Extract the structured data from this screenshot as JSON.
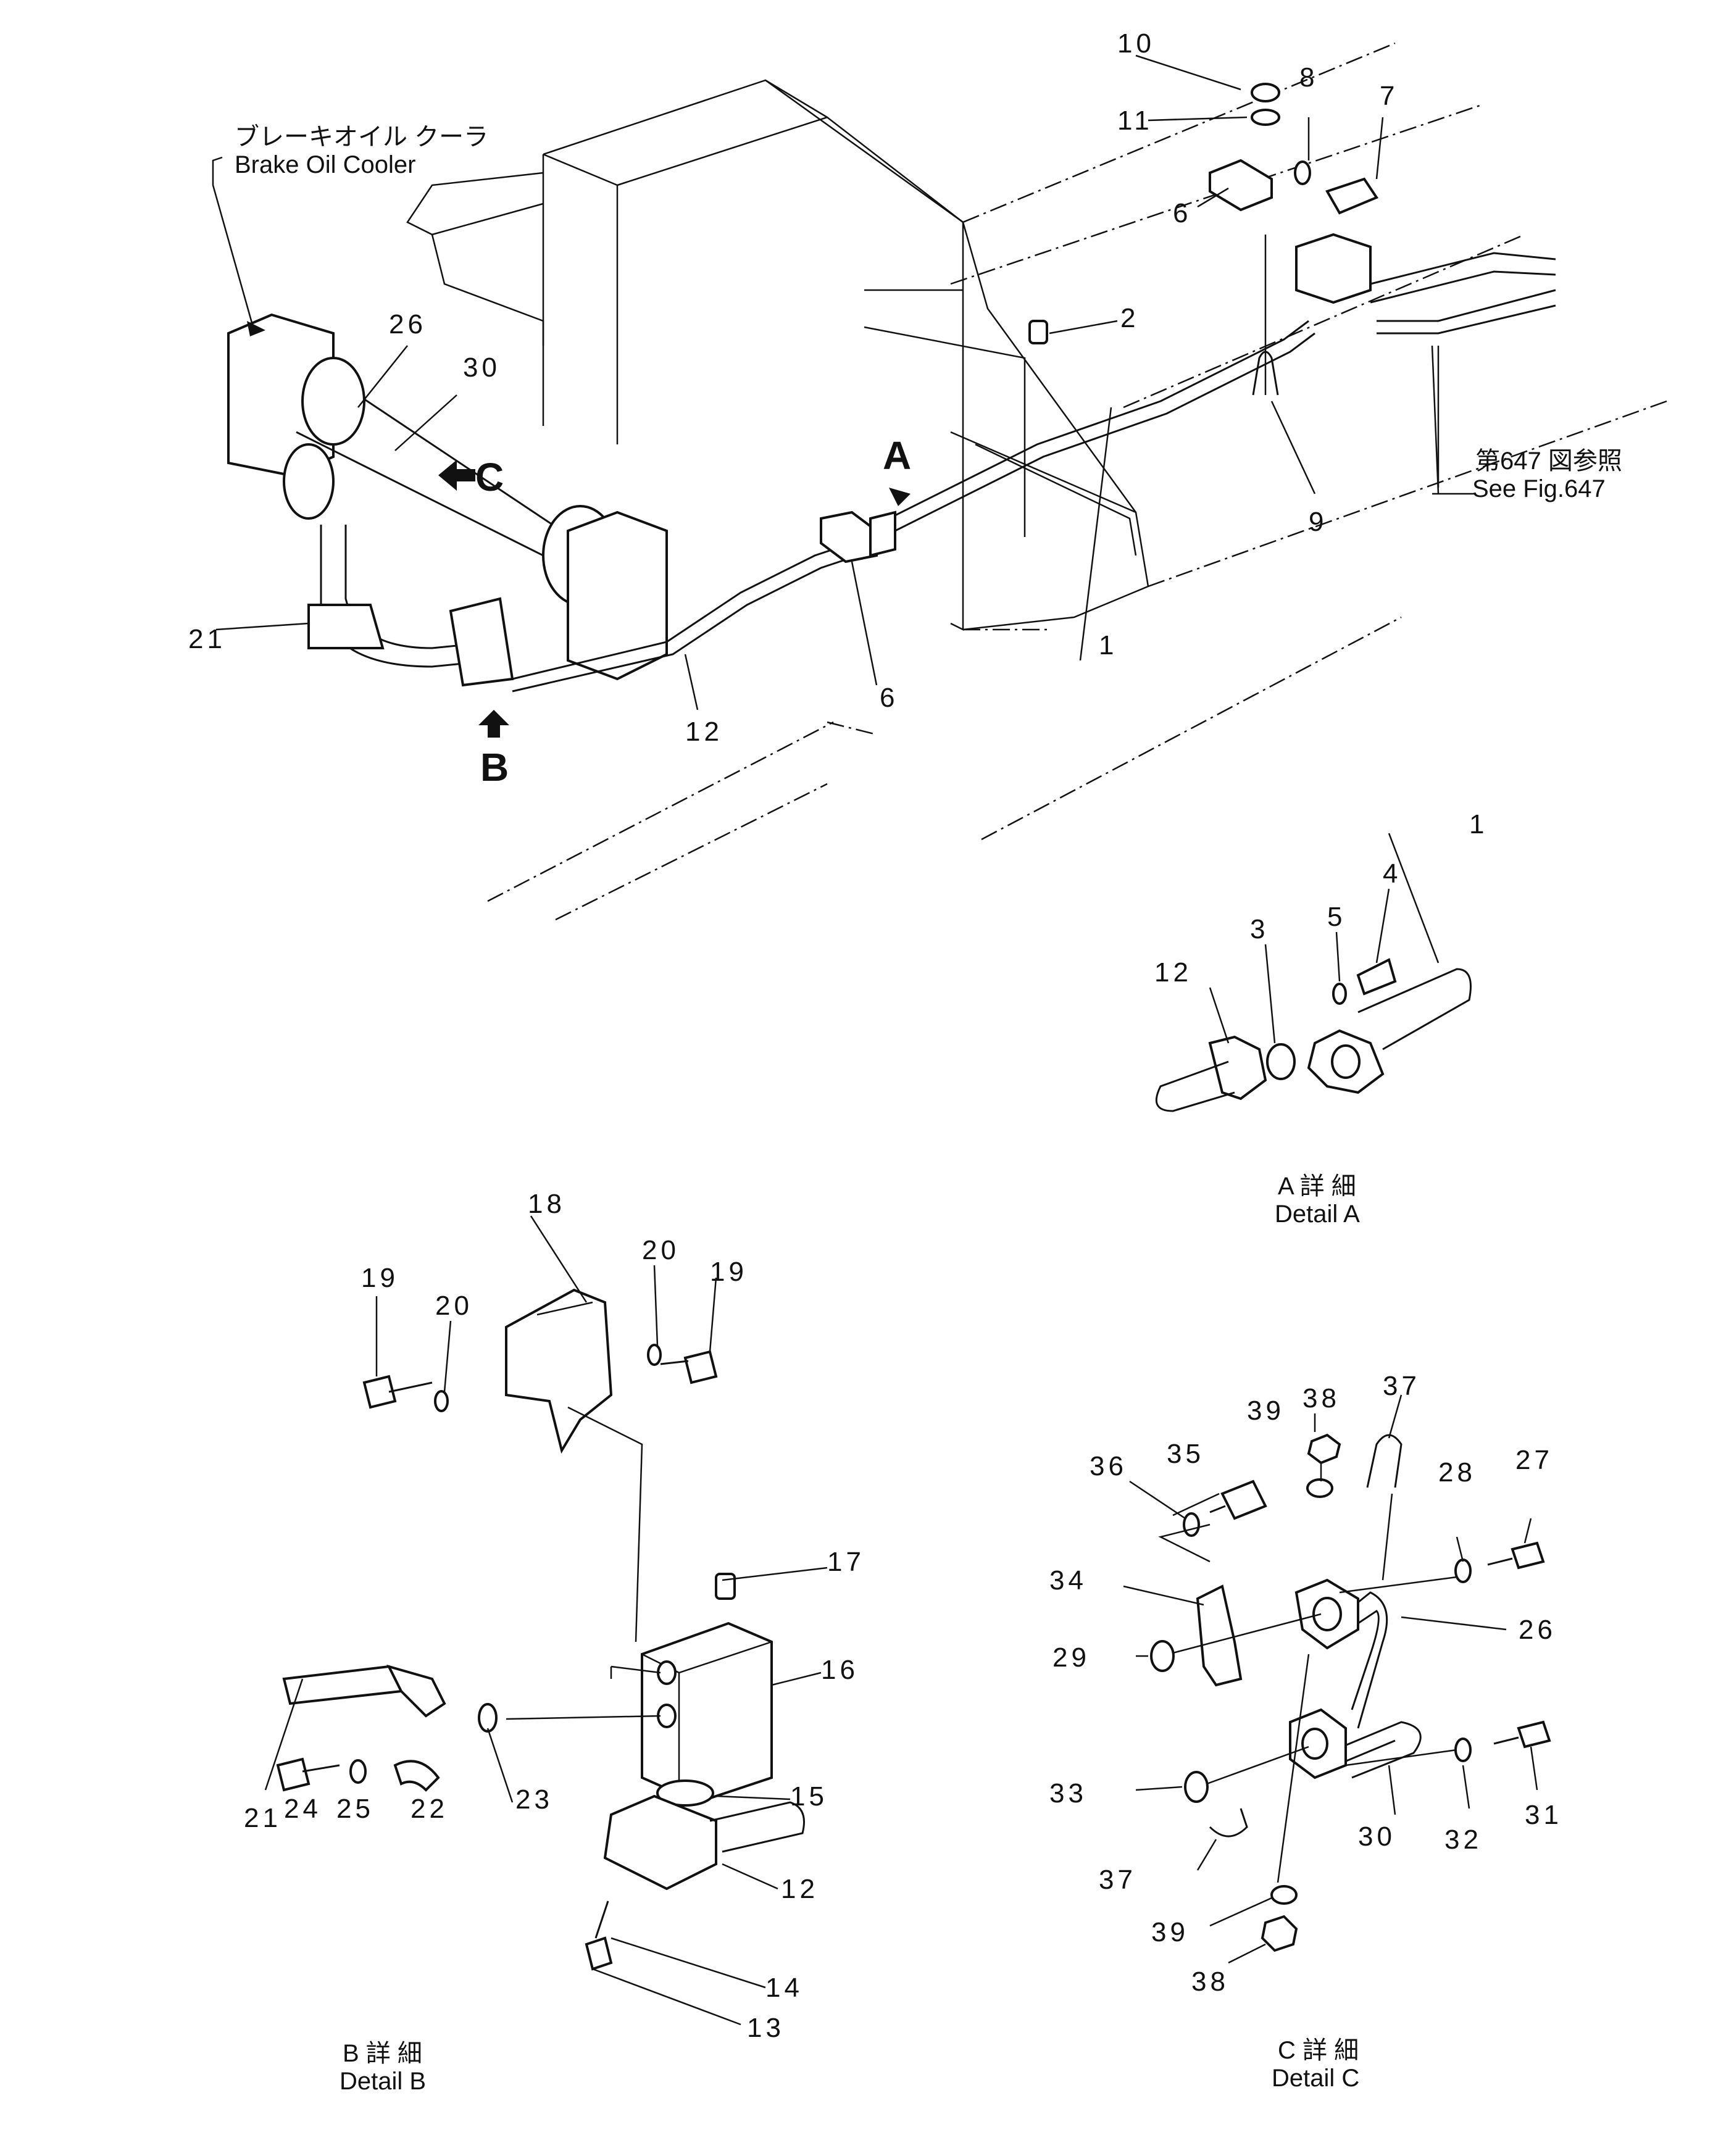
{
  "title_jp": "ブレーキオイル クーラ",
  "title_en": "Brake Oil Cooler",
  "reference_jp": "第647 図参照",
  "reference_en": "See Fig.647",
  "views": {
    "a": "A",
    "b": "B",
    "c": "C"
  },
  "details": {
    "a": {
      "jp": "A 詳 細",
      "en": "Detail A"
    },
    "b": {
      "jp": "B 詳 細",
      "en": "Detail B"
    },
    "c": {
      "jp": "C 詳 細",
      "en": "Detail C"
    }
  },
  "callouts": {
    "main": [
      "10",
      "11",
      "8",
      "7",
      "6",
      "2",
      "9",
      "26",
      "30",
      "21",
      "12",
      "6",
      "1"
    ],
    "detail_a": [
      "4",
      "5",
      "3",
      "12",
      "1"
    ],
    "detail_b": [
      "18",
      "20",
      "19",
      "19",
      "20",
      "17",
      "16",
      "15",
      "21",
      "24",
      "25",
      "22",
      "23",
      "12",
      "14",
      "13"
    ],
    "detail_c": [
      "36",
      "35",
      "39",
      "38",
      "37",
      "28",
      "27",
      "34",
      "26",
      "29",
      "33",
      "30",
      "32",
      "31",
      "37",
      "39",
      "38"
    ]
  }
}
